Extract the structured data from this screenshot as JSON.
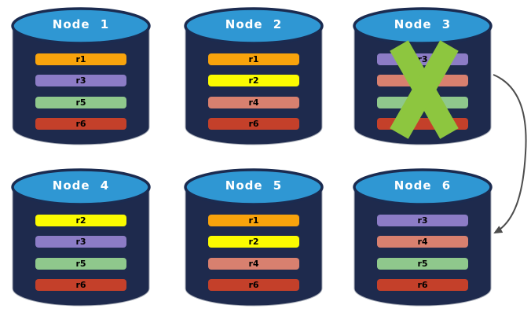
{
  "diagram": {
    "description": "Six database nodes with replicated partitions; Node 3 is failed (crossed out) and an arrow points from Node 3 to Node 6",
    "nodes": [
      {
        "label": "Node 1",
        "failed": false,
        "rows": [
          {
            "label": "r1",
            "color": "#F8A30C"
          },
          {
            "label": "r3",
            "color": "#8C7CC6"
          },
          {
            "label": "r5",
            "color": "#8FC88C"
          },
          {
            "label": "r6",
            "color": "#C4402A"
          }
        ]
      },
      {
        "label": "Node 2",
        "failed": false,
        "rows": [
          {
            "label": "r1",
            "color": "#F8A30C"
          },
          {
            "label": "r2",
            "color": "#FBFB00"
          },
          {
            "label": "r4",
            "color": "#D8806F"
          },
          {
            "label": "r6",
            "color": "#C4402A"
          }
        ]
      },
      {
        "label": "Node 3",
        "failed": true,
        "rows": [
          {
            "label": "r3",
            "color": "#8C7CC6"
          },
          {
            "label": "",
            "color": "#D8806F"
          },
          {
            "label": "",
            "color": "#8FC88C"
          },
          {
            "label": "",
            "color": "#C4402A"
          }
        ]
      },
      {
        "label": "Node 4",
        "failed": false,
        "rows": [
          {
            "label": "r2",
            "color": "#FBFB00"
          },
          {
            "label": "r3",
            "color": "#8C7CC6"
          },
          {
            "label": "r5",
            "color": "#8FC88C"
          },
          {
            "label": "r6",
            "color": "#C4402A"
          }
        ]
      },
      {
        "label": "Node 5",
        "failed": false,
        "rows": [
          {
            "label": "r1",
            "color": "#F8A30C"
          },
          {
            "label": "r2",
            "color": "#FBFB00"
          },
          {
            "label": "r4",
            "color": "#D8806F"
          },
          {
            "label": "r6",
            "color": "#C4402A"
          }
        ]
      },
      {
        "label": "Node 6",
        "failed": false,
        "rows": [
          {
            "label": "r3",
            "color": "#8C7CC6"
          },
          {
            "label": "r4",
            "color": "#D8806F"
          },
          {
            "label": "r5",
            "color": "#8FC88C"
          },
          {
            "label": "r6",
            "color": "#C4402A"
          }
        ]
      }
    ],
    "failure_marker": {
      "on_node": "Node 3",
      "icon": "x-mark"
    },
    "arrow_annotation": {
      "from": "Node 3",
      "to": "Node 6"
    },
    "colors": {
      "cylinder_body": "#1E2A4D",
      "cylinder_top": "#2F97D3",
      "cylinder_top_outline": "#1B2B50",
      "cylinder_edge": "#A9AEB8",
      "failure_x": "#8DC63F",
      "arrow": "#4D4D4D",
      "node_label_text": "#FFFFFF",
      "bar_text": "#000000"
    }
  }
}
